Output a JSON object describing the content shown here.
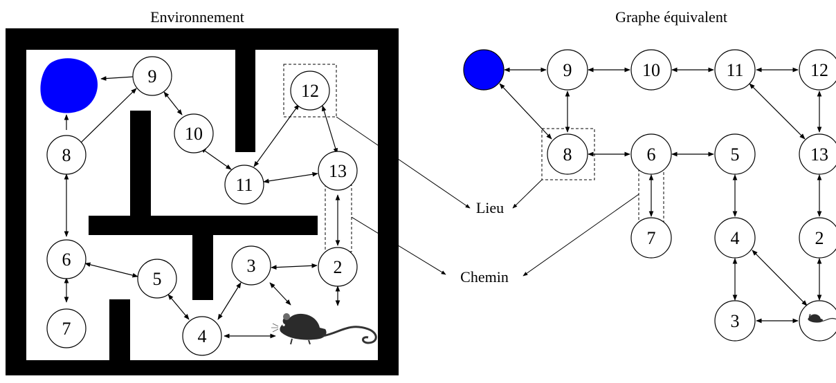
{
  "titles": {
    "left": "Environnement",
    "right": "Graphe équivalent"
  },
  "labels": {
    "lieu": "Lieu",
    "chemin": "Chemin"
  },
  "colors": {
    "goal": "#0000ff",
    "wall": "#000000"
  },
  "environment": {
    "nodes": [
      "9",
      "8",
      "10",
      "12",
      "11",
      "13",
      "6",
      "5",
      "3",
      "2",
      "7",
      "4"
    ],
    "goal_icon": "blob-goal",
    "animal_icon": "rat-icon"
  },
  "graph": {
    "nodes": [
      "9",
      "10",
      "11",
      "12",
      "8",
      "6",
      "5",
      "13",
      "7",
      "4",
      "2",
      "3"
    ],
    "goal_icon": "goal-node",
    "animal_icon": "rat-icon"
  }
}
